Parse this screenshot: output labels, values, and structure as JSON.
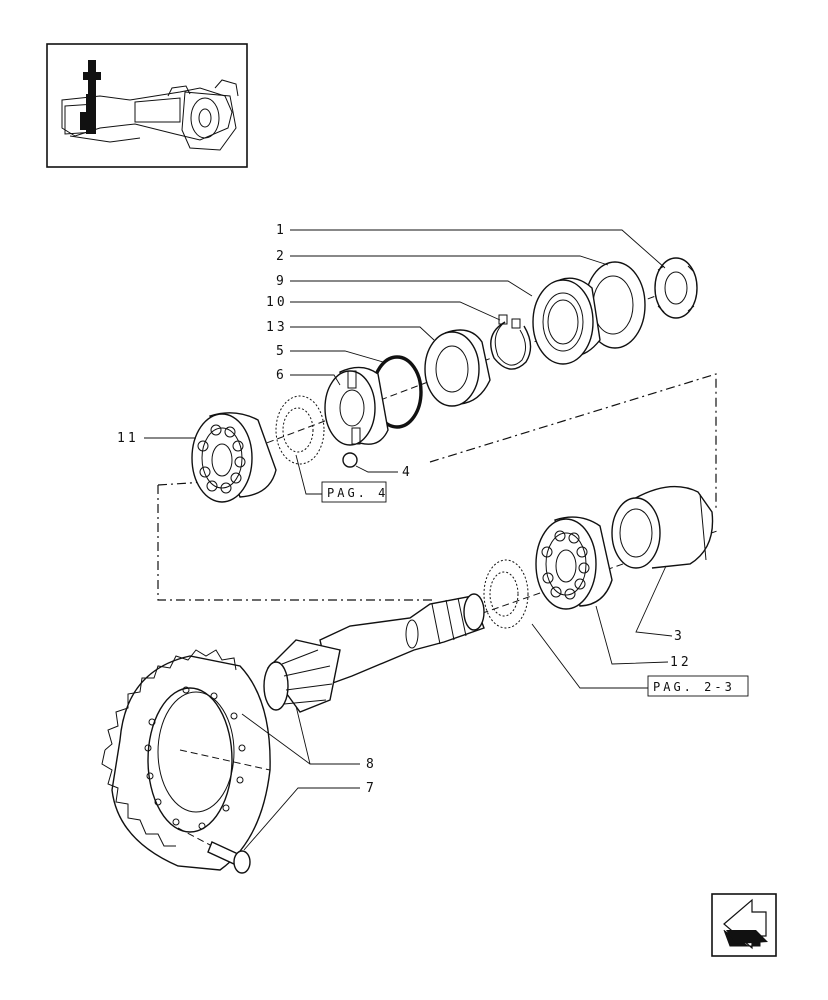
{
  "callouts": [
    {
      "id": "1",
      "text": "1"
    },
    {
      "id": "2",
      "text": "2"
    },
    {
      "id": "9",
      "text": "9"
    },
    {
      "id": "10",
      "text": "10"
    },
    {
      "id": "13",
      "text": "13"
    },
    {
      "id": "5",
      "text": "5"
    },
    {
      "id": "6",
      "text": "6"
    },
    {
      "id": "11",
      "text": "11"
    },
    {
      "id": "4",
      "text": "4"
    },
    {
      "id": "3",
      "text": "3"
    },
    {
      "id": "12",
      "text": "12"
    },
    {
      "id": "8",
      "text": "8"
    },
    {
      "id": "7",
      "text": "7"
    }
  ],
  "references": {
    "pag4": "PAG. 4",
    "pag23": "PAG. 2-3"
  },
  "icons": {
    "thumbnail": "axle-assembly-thumbnail-icon",
    "nav": "back-arrow-icon"
  }
}
